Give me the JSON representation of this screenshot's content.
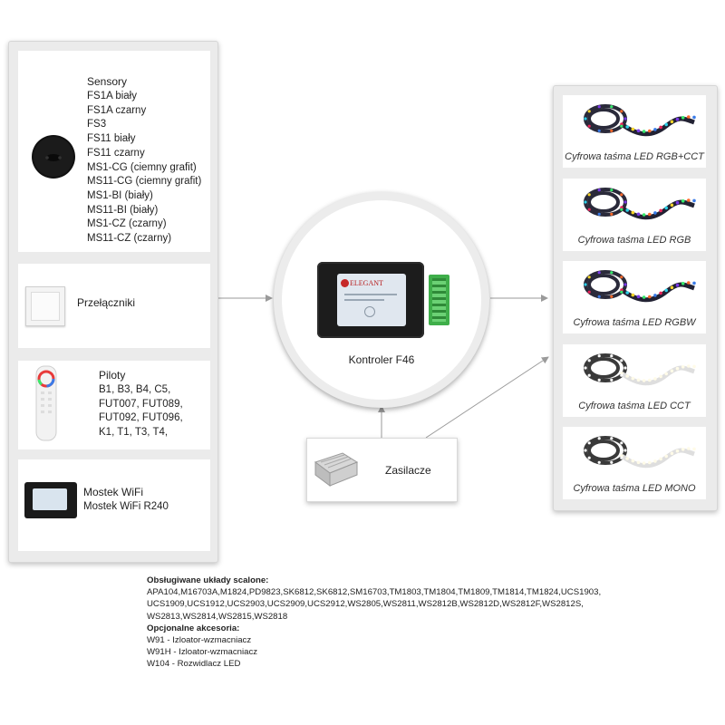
{
  "inputs": {
    "sensors": {
      "title": "Sensory",
      "items": [
        "FS1A biały",
        "FS1A czarny",
        "FS3",
        "FS11 biały",
        "FS11 czarny",
        "MS1-CG (ciemny grafit)",
        "MS11-CG (ciemny grafit)",
        "MS1-BI (biały)",
        "MS11-BI (biały)",
        "MS1-CZ (czarny)",
        "MS11-CZ (czarny)"
      ]
    },
    "switches": {
      "title": "Przełączniki"
    },
    "remotes": {
      "title": "Piloty",
      "items": [
        "B1, B3, B4, C5,",
        "FUT007, FUT089,",
        "FUT092, FUT096,",
        "K1, T1, T3, T4,"
      ]
    },
    "wifi_bridge": {
      "title": "Mostek WiFi",
      "subtitle": "Mostek WiFi R240"
    }
  },
  "controller": {
    "title": "Kontroler F46",
    "brand": "ELEGANT"
  },
  "power_supply": {
    "title": "Zasilacze"
  },
  "outputs": [
    {
      "label": "Cyfrowa taśma LED RGB+CCT",
      "kind": "rgb"
    },
    {
      "label": "Cyfrowa taśma LED RGB",
      "kind": "rgb"
    },
    {
      "label": "Cyfrowa taśma LED RGBW",
      "kind": "rgb"
    },
    {
      "label": "Cyfrowa taśma LED CCT",
      "kind": "white"
    },
    {
      "label": "Cyfrowa taśma LED MONO",
      "kind": "white"
    }
  ],
  "notes": {
    "chips_title": "Obsługiwane układy scalone:",
    "chips_lines": [
      "APA104,M16703A,M1824,PD9823,SK6812,SK6812,SM16703,TM1803,TM1804,TM1809,TM1814,TM1824,UCS1903,",
      "UCS1909,UCS1912,UCS2903,UCS2909,UCS2912,WS2805,WS2811,WS2812B,WS2812D,WS2812F,WS2812S,",
      "WS2813,WS2814,WS2815,WS2818"
    ],
    "accessories_title": "Opcjonalne akcesoria:",
    "accessories": [
      "W91 - Izloator-wzmacniacz",
      "W91H - Izloator-wzmacniacz",
      "W104 - Rozwidlacz LED"
    ]
  },
  "colors": {
    "panel": "#ebebeb",
    "card": "#ffffff",
    "arrow": "#9a9a9a",
    "controller_body": "#1c1c1c",
    "terminal": "#3fae4a"
  }
}
